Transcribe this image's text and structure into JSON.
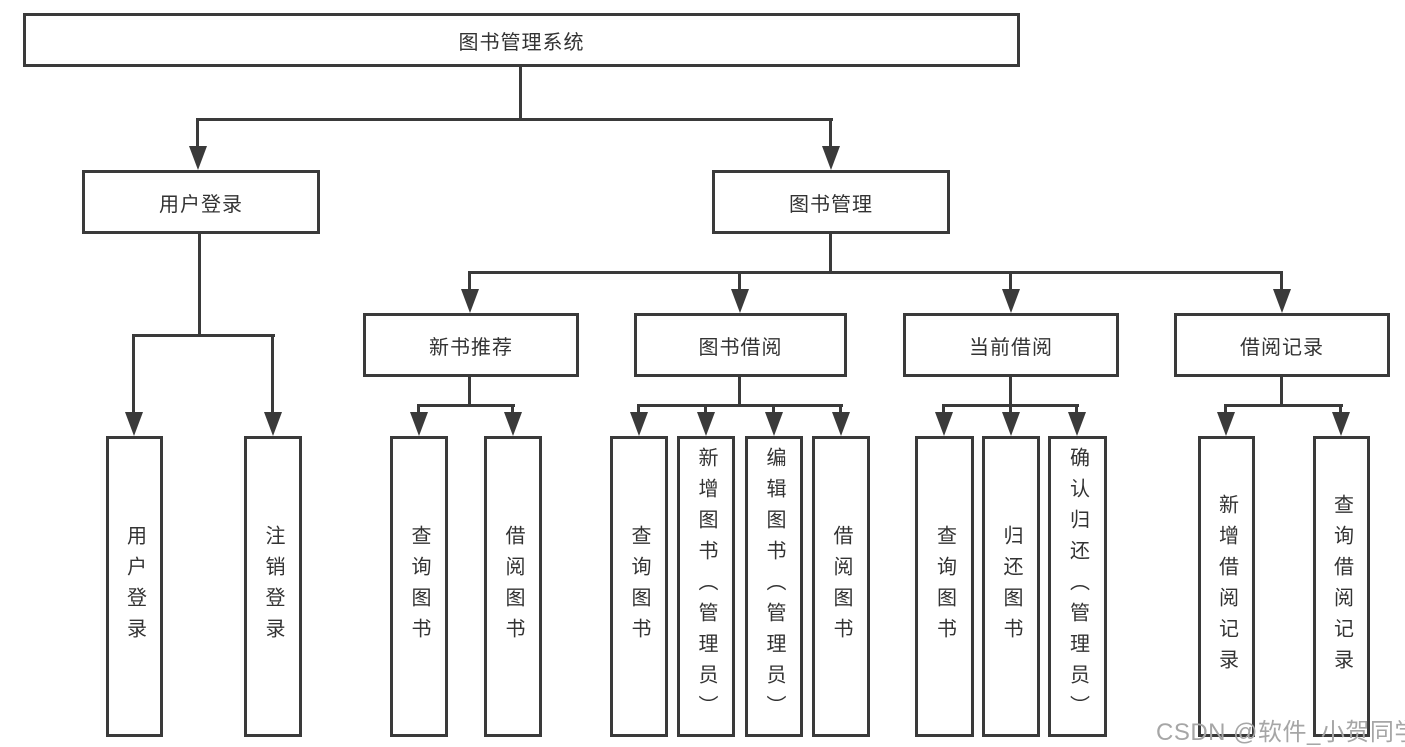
{
  "colors": {
    "ink": "#3a3a3a",
    "text": "#333333",
    "watermark_gray": "#a6a6a6"
  },
  "nodes": {
    "root": "图书管理系统",
    "user_login": "用户登录",
    "book_management": "图书管理",
    "new_book_recommend": "新书推荐",
    "book_borrowing": "图书借阅",
    "current_borrowing": "当前借阅",
    "borrow_records": "借阅记录"
  },
  "leaves": {
    "user_login": "用户登录",
    "logout_login": "注销登录",
    "recommend_query_books": "查询图书",
    "recommend_borrow_books": "借阅图书",
    "borrowing_query_books": "查询图书",
    "borrowing_add_books_admin": "新增图书（管理员）",
    "borrowing_edit_books_admin": "编辑图书（管理员）",
    "borrowing_borrow_books": "借阅图书",
    "current_query_books": "查询图书",
    "current_return_books": "归还图书",
    "current_confirm_return_admin": "确认归还（管理员）",
    "records_add_borrow_record": "新增借阅记录",
    "records_query_borrow_record": "查询借阅记录"
  },
  "watermark": "CSDN @软件_小贺同学"
}
